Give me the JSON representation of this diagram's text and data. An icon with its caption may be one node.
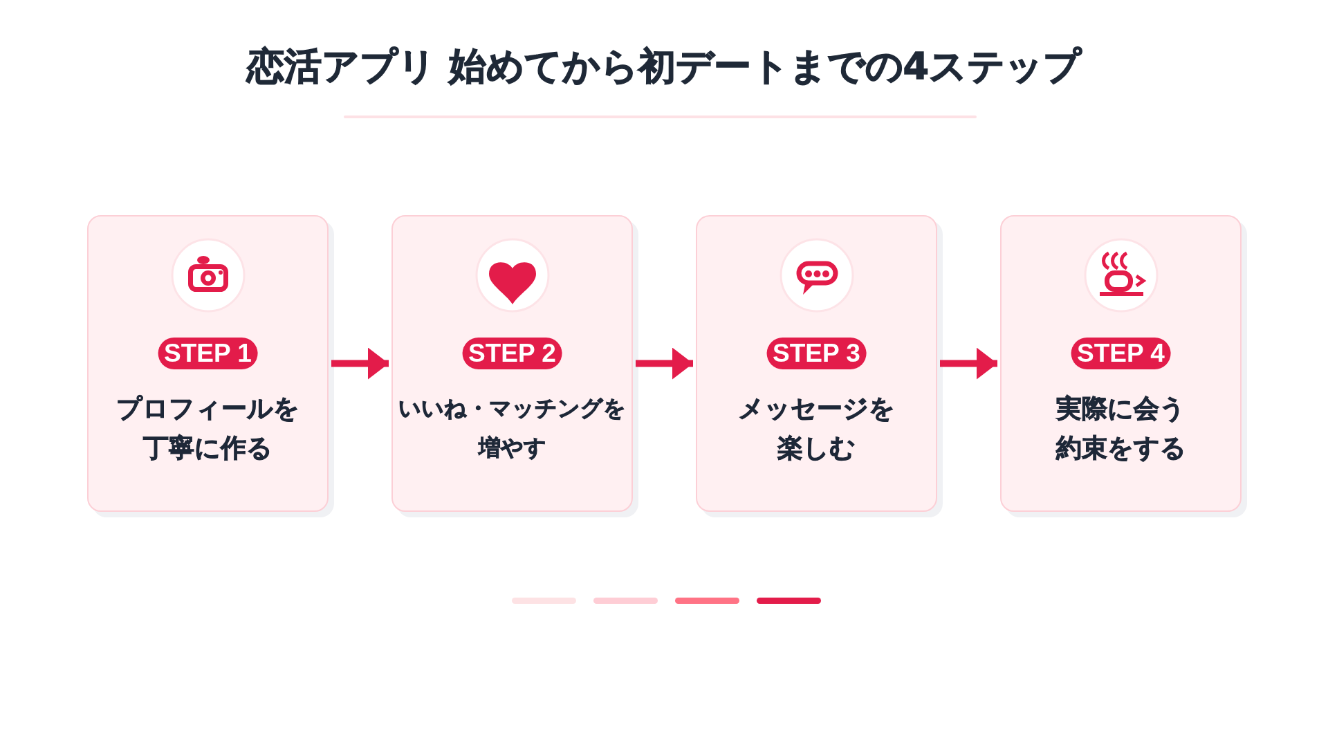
{
  "diagram": {
    "title": "恋活アプリ 始めてから初デートまでの4ステップ",
    "nodes": [
      {
        "text": [
          "STEP 1",
          "プロフィールを丁寧に作る"
        ]
      },
      {
        "text": [
          "STEP 2",
          "いいね・マッチングを増やす"
        ]
      },
      {
        "text": [
          "STEP 3",
          "メッセージを楽しむ"
        ]
      },
      {
        "text": [
          "STEP 4",
          "実際に会う約束をする"
        ]
      }
    ],
    "edges": [
      {
        "from": 0,
        "to": 1,
        "arrow": "to"
      },
      {
        "from": 1,
        "to": 2,
        "arrow": "to"
      },
      {
        "from": 2,
        "to": 3,
        "arrow": "to"
      }
    ]
  }
}
